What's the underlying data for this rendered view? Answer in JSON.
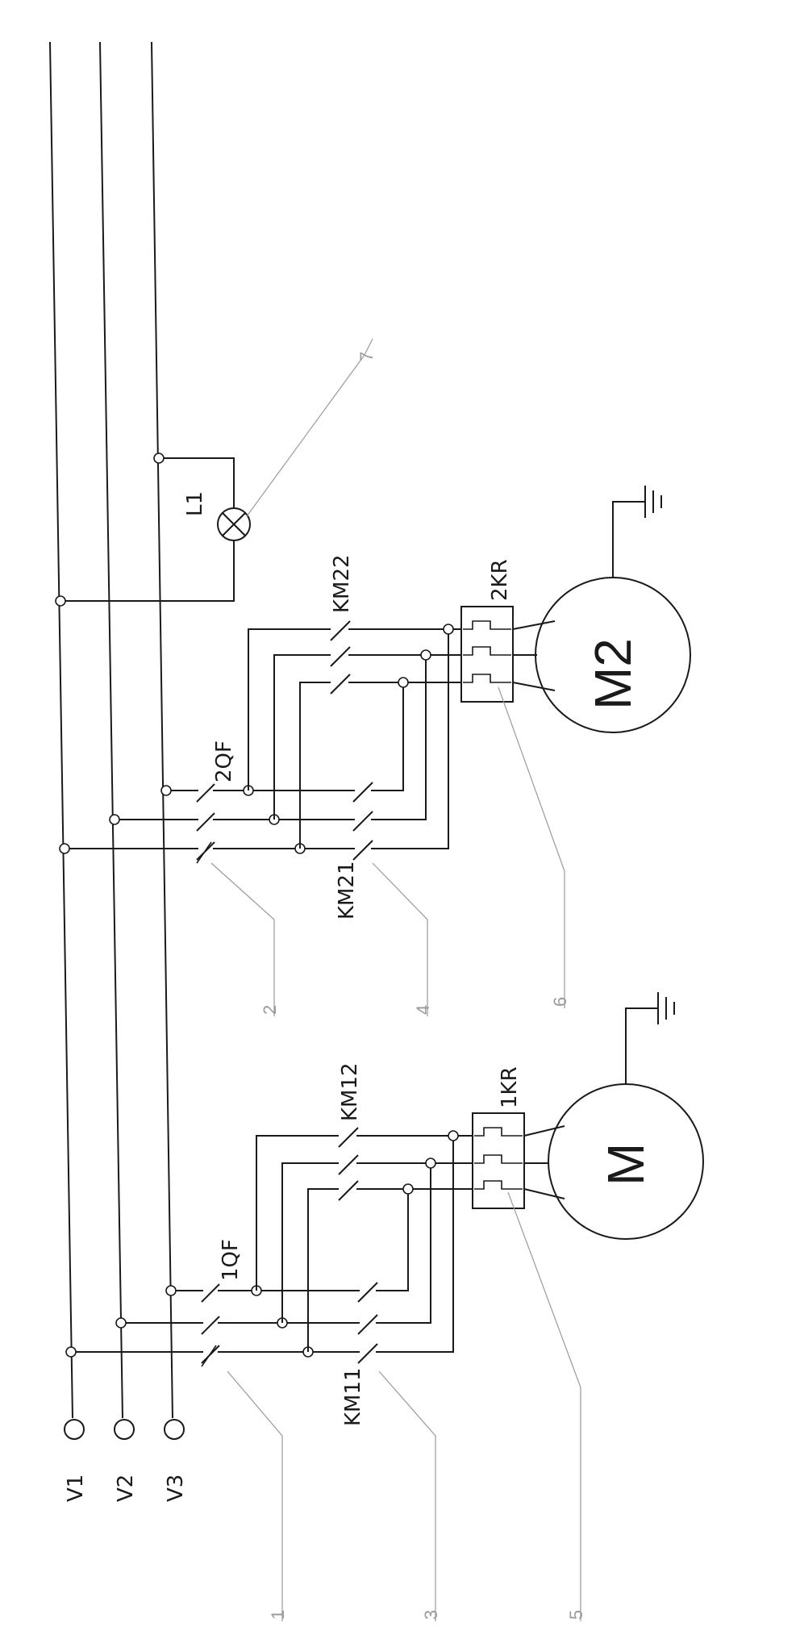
{
  "terminals": [
    {
      "id": "V1",
      "label": "V1"
    },
    {
      "id": "V2",
      "label": "V2"
    },
    {
      "id": "V3",
      "label": "V3"
    }
  ],
  "components": {
    "breaker_1": "1QF",
    "breaker_2": "2QF",
    "contactor_11": "KM11",
    "contactor_12": "KM12",
    "contactor_21": "KM21",
    "contactor_22": "KM22",
    "relay_1": "1KR",
    "relay_2": "2KR",
    "lamp": "L1",
    "motor_1": "M",
    "motor_2": "M2"
  },
  "callouts": [
    "1",
    "2",
    "3",
    "4",
    "5",
    "6",
    "7"
  ],
  "colors": {
    "ink": "#1a1a1a",
    "leader": "#9a9a9a",
    "paper": "#ffffff"
  }
}
